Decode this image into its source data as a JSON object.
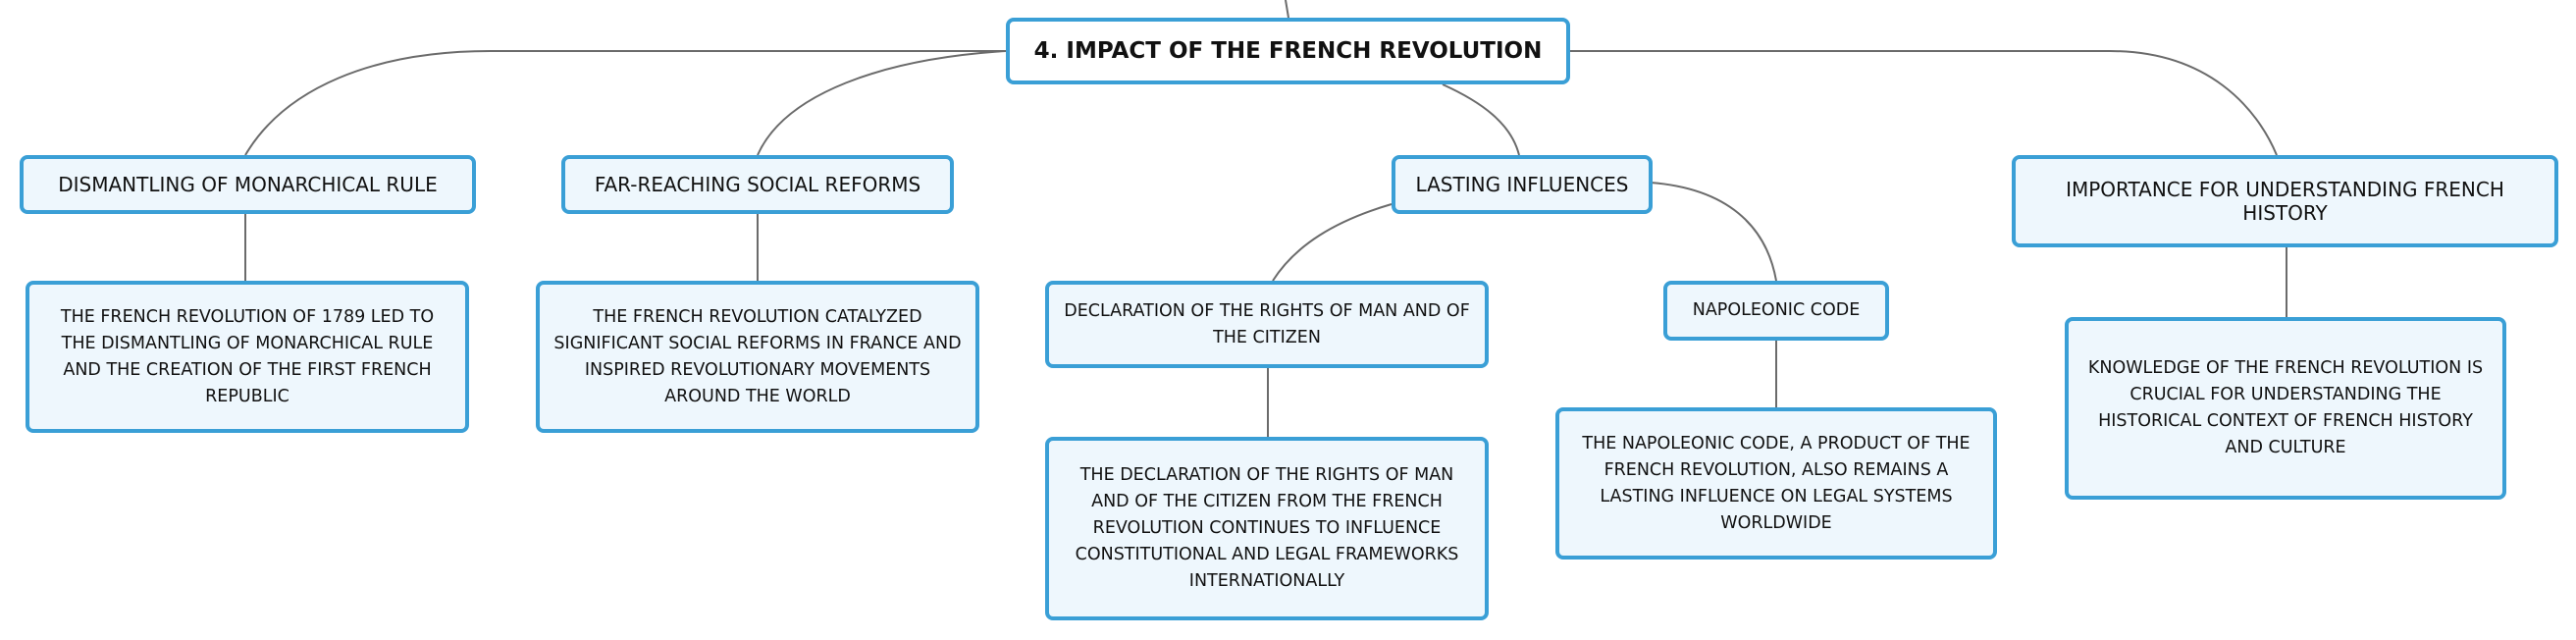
{
  "central": {
    "label": "4. IMPACT OF THE FRENCH REVOLUTION"
  },
  "branches": [
    {
      "label": "DISMANTLING OF MONARCHICAL RULE",
      "detail": "THE FRENCH REVOLUTION OF 1789 LED TO THE DISMANTLING OF MONARCHICAL RULE AND THE CREATION OF THE FIRST FRENCH REPUBLIC"
    },
    {
      "label": "FAR-REACHING SOCIAL REFORMS",
      "detail": "THE FRENCH REVOLUTION CATALYZED SIGNIFICANT SOCIAL REFORMS IN FRANCE AND INSPIRED REVOLUTIONARY MOVEMENTS AROUND THE WORLD"
    },
    {
      "label": "LASTING INFLUENCES",
      "children": [
        {
          "label": "DECLARATION OF THE RIGHTS OF MAN AND OF THE CITIZEN",
          "detail": "THE DECLARATION OF THE RIGHTS OF MAN AND OF THE CITIZEN FROM THE FRENCH REVOLUTION CONTINUES TO INFLUENCE CONSTITUTIONAL AND LEGAL FRAMEWORKS INTERNATIONALLY"
        },
        {
          "label": "NAPOLEONIC CODE",
          "detail": "THE NAPOLEONIC CODE, A PRODUCT OF THE FRENCH REVOLUTION, ALSO REMAINS A LASTING INFLUENCE ON LEGAL SYSTEMS WORLDWIDE"
        }
      ]
    },
    {
      "label": "IMPORTANCE FOR UNDERSTANDING FRENCH HISTORY",
      "detail": "KNOWLEDGE OF THE FRENCH REVOLUTION IS CRUCIAL FOR UNDERSTANDING THE HISTORICAL CONTEXT OF FRENCH HISTORY AND CULTURE"
    }
  ],
  "colors": {
    "node_border": "#3a9fd6",
    "node_fill": "#eef7fd",
    "central_fill": "#ffffff",
    "connector": "#6b6b6b",
    "text": "#111111"
  }
}
